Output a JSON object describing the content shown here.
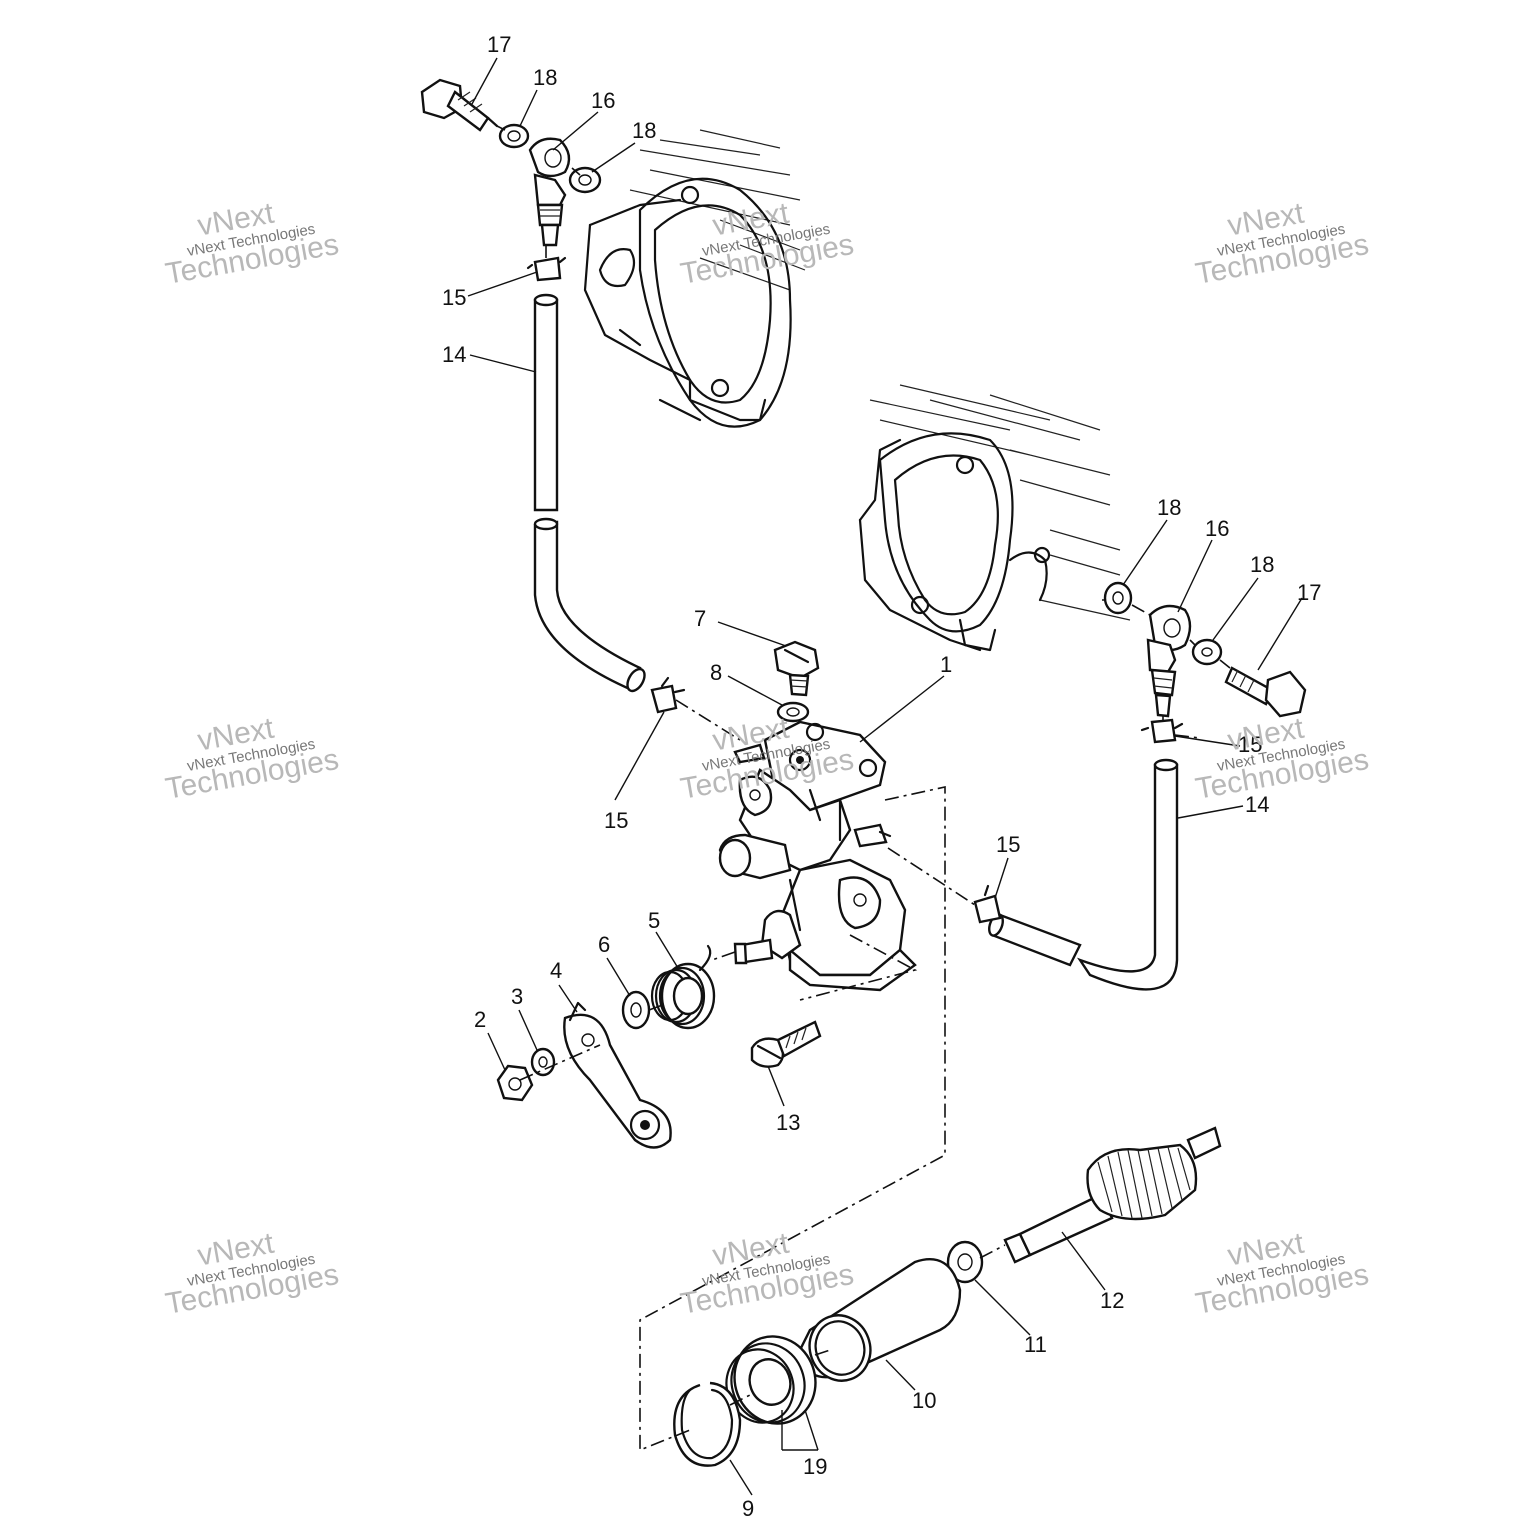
{
  "diagram": {
    "callouts": [
      {
        "id": "c17a",
        "label": "17"
      },
      {
        "id": "c18a",
        "label": "18"
      },
      {
        "id": "c16a",
        "label": "16"
      },
      {
        "id": "c18b",
        "label": "18"
      },
      {
        "id": "c15a",
        "label": "15"
      },
      {
        "id": "c14a",
        "label": "14"
      },
      {
        "id": "c18c",
        "label": "18"
      },
      {
        "id": "c16b",
        "label": "16"
      },
      {
        "id": "c18d",
        "label": "18"
      },
      {
        "id": "c17b",
        "label": "17"
      },
      {
        "id": "c7",
        "label": "7"
      },
      {
        "id": "c8",
        "label": "8"
      },
      {
        "id": "c1",
        "label": "1"
      },
      {
        "id": "c15b",
        "label": "15"
      },
      {
        "id": "c15c",
        "label": "15"
      },
      {
        "id": "c14b",
        "label": "14"
      },
      {
        "id": "c15d",
        "label": "15"
      },
      {
        "id": "c5",
        "label": "5"
      },
      {
        "id": "c6",
        "label": "6"
      },
      {
        "id": "c4",
        "label": "4"
      },
      {
        "id": "c3",
        "label": "3"
      },
      {
        "id": "c2",
        "label": "2"
      },
      {
        "id": "c13",
        "label": "13"
      },
      {
        "id": "c12",
        "label": "12"
      },
      {
        "id": "c11",
        "label": "11"
      },
      {
        "id": "c10",
        "label": "10"
      },
      {
        "id": "c19",
        "label": "19"
      },
      {
        "id": "c9",
        "label": "9"
      }
    ]
  },
  "watermark": {
    "line1": "vNext",
    "line2": "vNext Technologies",
    "line3": "Technologies"
  }
}
